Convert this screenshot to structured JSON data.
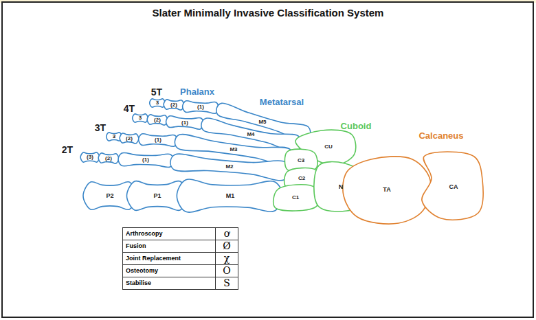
{
  "diagram": {
    "title": "Slater Minimally Invasive Classification System",
    "labels": [
      "5T",
      "4T",
      "3T",
      "2T",
      "Phalanx",
      "Metatarsal",
      "Cuboid",
      "Calcaneus",
      "3",
      "(2)",
      "(1)",
      "3",
      "(2)",
      "(1)",
      "3",
      "(2)",
      "(1)",
      "(3)",
      "(2)",
      "(1)",
      "P2",
      "P1",
      "M1",
      "M2",
      "M3",
      "M4",
      "M5",
      "CU",
      "C3",
      "C2",
      "C1",
      "N",
      "TA",
      "CA",
      "ơ",
      "Ø",
      "χ",
      "O",
      "S"
    ],
    "legend": [
      {
        "text": "Arthroscopy"
      },
      {
        "text": "Fusion"
      },
      {
        "text": "Joint Replacement"
      },
      {
        "text": "Osteotomy"
      },
      {
        "text": "Stabilise"
      }
    ]
  }
}
